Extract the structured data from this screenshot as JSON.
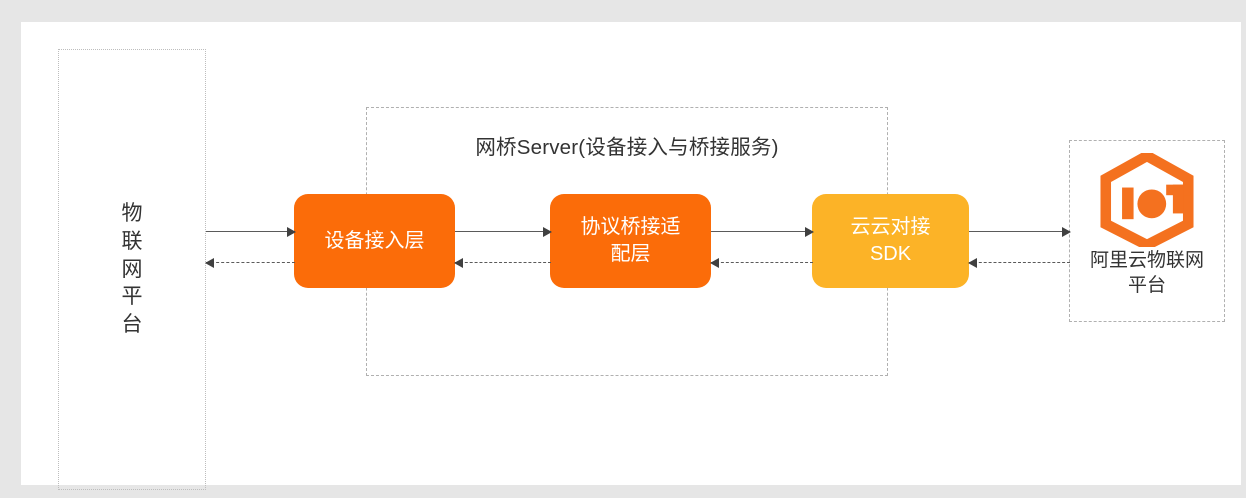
{
  "diagram": {
    "title": "网桥Server(设备接入与桥接服务)",
    "colors": {
      "page_background": "#e6e6e6",
      "panel_background": "#ffffff",
      "primary_orange": "#fb6c09",
      "accent_amber": "#fcb327",
      "dashed_border": "#b0b0b0",
      "text_dark": "#333333",
      "connector": "#5a5a5a"
    },
    "left_platform": {
      "label": "物\n联\n网\n平\n台",
      "style": "dotted-border"
    },
    "bridge_server": {
      "title": "网桥Server(设备接入与桥接服务)",
      "nodes": [
        {
          "id": "device-access",
          "label": "设备接入层",
          "color": "#fb6c09"
        },
        {
          "id": "protocol-bridge-adapter",
          "label": "协议桥接适\n配层",
          "color": "#fb6c09"
        },
        {
          "id": "cloud-to-cloud-sdk",
          "label": "云云对接\nSDK",
          "color": "#fcb327"
        }
      ]
    },
    "right_platform": {
      "logo": "iot-logo",
      "label": "阿里云物联网\n平台",
      "style": "dashed-border"
    },
    "connectors": [
      {
        "id": "conn-1-fwd",
        "from": "left-platform",
        "to": "device-access",
        "style": "solid",
        "direction": "right"
      },
      {
        "id": "conn-1-rev",
        "from": "device-access",
        "to": "left-platform",
        "style": "dashed",
        "direction": "left"
      },
      {
        "id": "conn-2-fwd",
        "from": "device-access",
        "to": "protocol-bridge-adapter",
        "style": "solid",
        "direction": "right"
      },
      {
        "id": "conn-2-rev",
        "from": "protocol-bridge-adapter",
        "to": "device-access",
        "style": "dashed",
        "direction": "left"
      },
      {
        "id": "conn-3-fwd",
        "from": "protocol-bridge-adapter",
        "to": "cloud-to-cloud-sdk",
        "style": "solid",
        "direction": "right"
      },
      {
        "id": "conn-3-rev",
        "from": "cloud-to-cloud-sdk",
        "to": "protocol-bridge-adapter",
        "style": "dashed",
        "direction": "left"
      },
      {
        "id": "conn-4-fwd",
        "from": "cloud-to-cloud-sdk",
        "to": "right-platform",
        "style": "solid",
        "direction": "right"
      },
      {
        "id": "conn-4-rev",
        "from": "right-platform",
        "to": "cloud-to-cloud-sdk",
        "style": "dashed",
        "direction": "left"
      }
    ]
  }
}
